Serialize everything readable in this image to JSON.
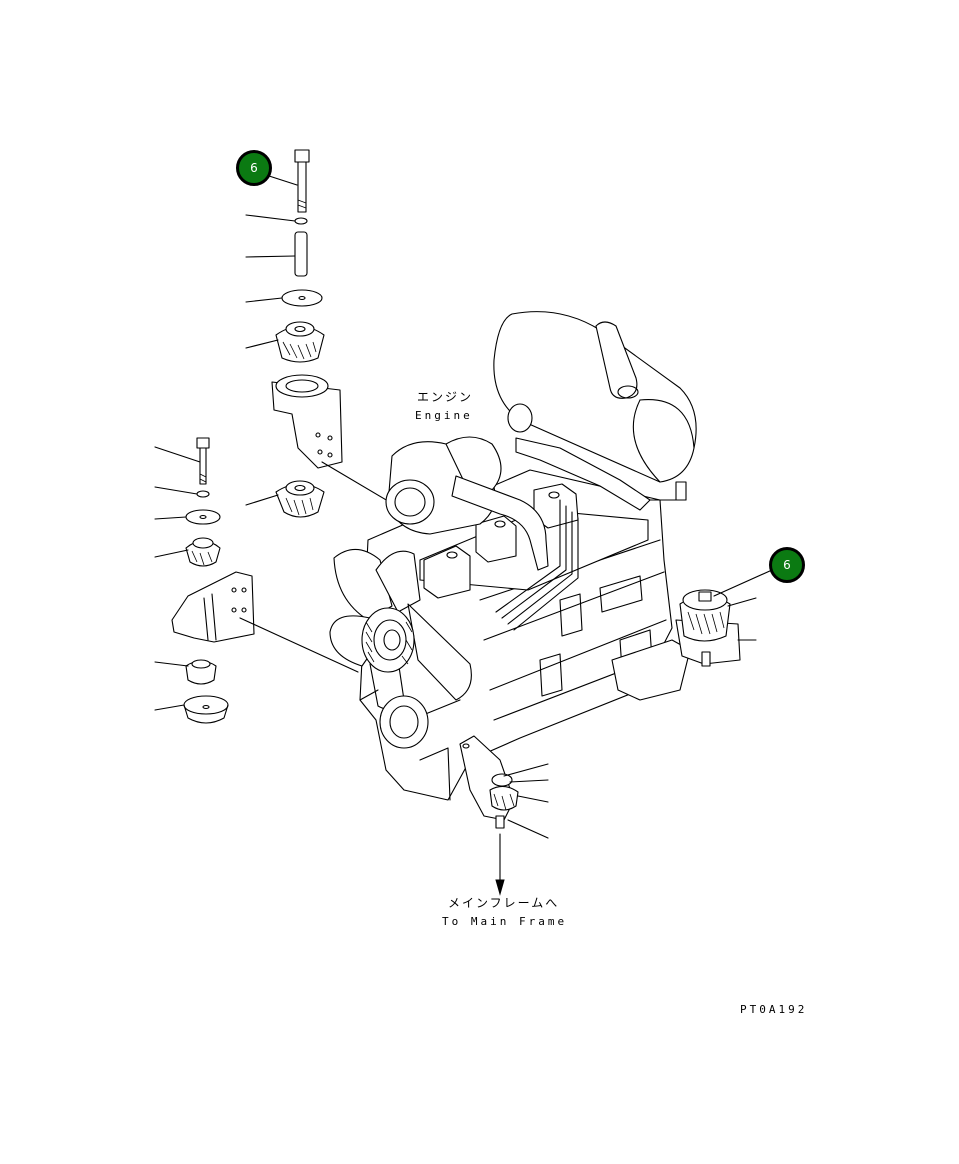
{
  "labels": {
    "engine_jp": "エンジン",
    "engine_en": "Engine",
    "frame_jp": "メインフレームへ",
    "frame_en": "To Main Frame",
    "drawing_code": "PT0A192"
  },
  "callouts": [
    {
      "text": "6"
    },
    {
      "text": "6"
    }
  ],
  "colors": {
    "callout_fill": "#0b7a12",
    "line": "#000000"
  }
}
